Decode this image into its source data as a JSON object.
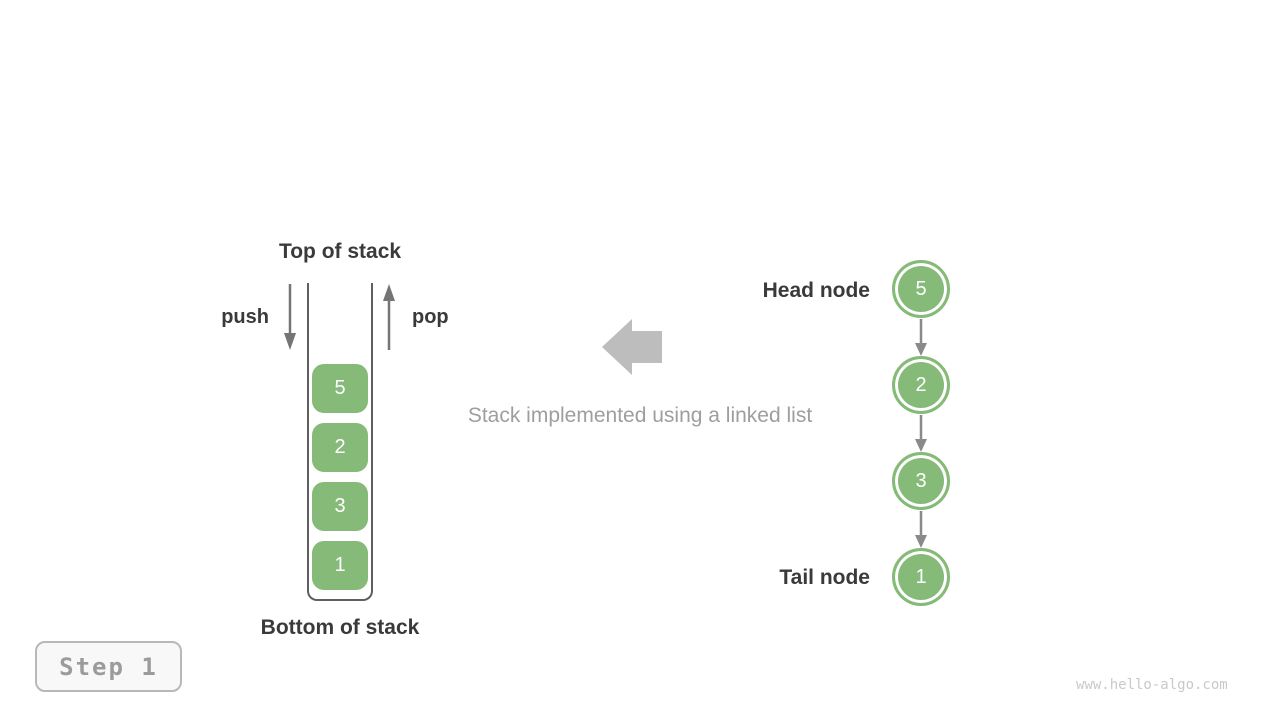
{
  "figure": {
    "caption": "Stack implemented using a linked list",
    "step_label": "Step 1",
    "watermark": "www.hello-algo.com"
  },
  "stack": {
    "top_label": "Top of stack",
    "bottom_label": "Bottom of stack",
    "push_label": "push",
    "pop_label": "pop",
    "items": [
      "5",
      "2",
      "3",
      "1"
    ]
  },
  "linked_list": {
    "head_label": "Head node",
    "tail_label": "Tail node",
    "nodes": [
      "5",
      "2",
      "3",
      "1"
    ]
  },
  "colors": {
    "node_green": "#85ba78",
    "label_dark": "#3a3a3a",
    "arrow_gray": "#757575",
    "line_gray": "#5f5f5f",
    "caption_gray": "#9e9e9e",
    "block_arrow_gray": "#bdbdbd",
    "watermark_gray": "#c9c9c9"
  }
}
